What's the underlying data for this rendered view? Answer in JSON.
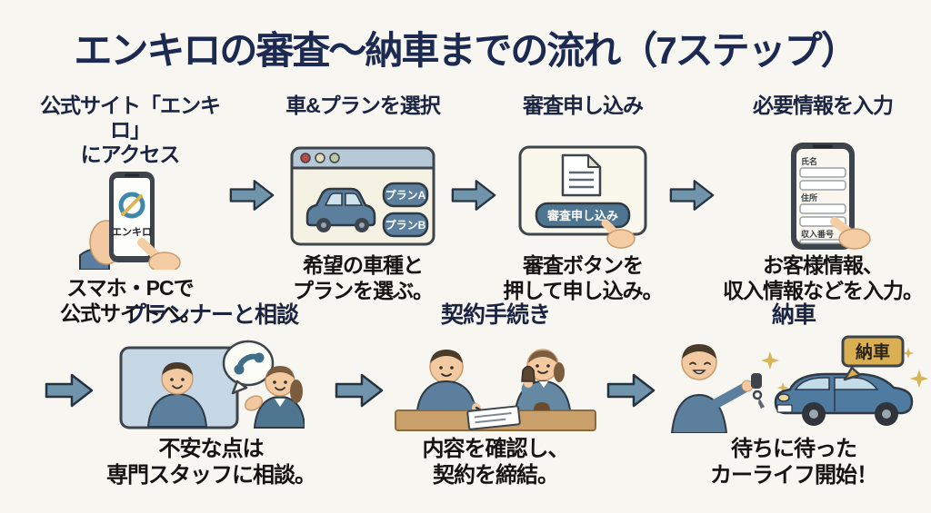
{
  "title": "エンキロの審査〜納車までの流れ（7ステップ）",
  "colors": {
    "background": "#f8f6f1",
    "title_text": "#1c2a52",
    "heading_text": "#1b2440",
    "caption_text": "#141414",
    "arrow_fill": "#6f94ac",
    "arrow_outline": "#26323e",
    "accent_blue": "#5b7f9d",
    "gold": "#d9af52"
  },
  "steps": [
    {
      "heading": "公式サイト「エンキロ」\nにアクセス",
      "caption": "スマホ・PCで\n公式サイトへ。",
      "icon": "smartphone-enkiro-logo-icon",
      "icon_labels": {
        "logo": "エンキロ"
      }
    },
    {
      "heading": "車&プランを選択",
      "caption": "希望の車種と\nプランを選ぶ。",
      "icon": "browser-car-plans-icon",
      "icon_labels": {
        "plan_a": "プランA",
        "plan_b": "プランB"
      }
    },
    {
      "heading": "審査申し込み",
      "caption": "審査ボタンを\n押して申し込み。",
      "icon": "document-apply-button-icon",
      "icon_labels": {
        "button": "審査申し込み"
      }
    },
    {
      "heading": "必要情報を入力",
      "caption": "お客様情報、\n収入情報などを入力。",
      "icon": "smartphone-form-icon",
      "icon_labels": {
        "field_name": "氏名",
        "field_address": "住所",
        "field_income": "収入番号"
      }
    },
    {
      "heading": "プランナーと相談",
      "caption": "不安な点は\n専門スタッフに相談。",
      "icon": "video-call-consult-icon"
    },
    {
      "heading": "契約手続き",
      "caption": "内容を確認し、\n契約を締結。",
      "icon": "contract-signing-icon"
    },
    {
      "heading": "納車",
      "caption": "待ちに待った\nカーライフ開始！",
      "icon": "car-delivery-icon",
      "icon_labels": {
        "tag": "納車"
      }
    }
  ]
}
